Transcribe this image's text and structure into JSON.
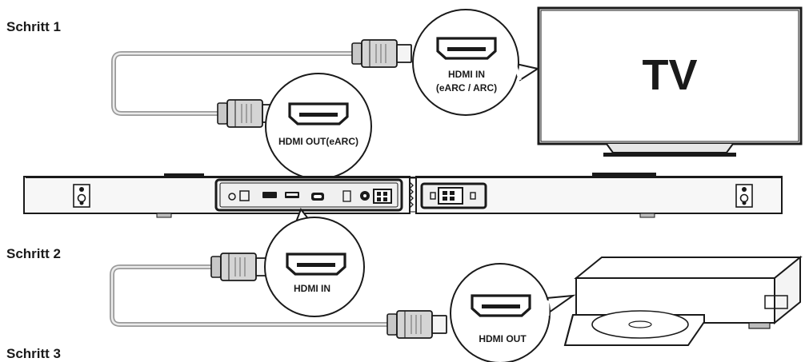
{
  "steps": {
    "step1": "Schritt 1",
    "step2": "Schritt 2",
    "step3": "Schritt 3"
  },
  "tv": {
    "label": "TV"
  },
  "callouts": {
    "tv_port_line1": "HDMI IN",
    "tv_port_line2": "(eARC / ARC)",
    "soundbar_out": "HDMI OUT(eARC)",
    "soundbar_in": "HDMI IN",
    "player_out": "HDMI OUT"
  },
  "icons": [
    "hdmi-port-icon",
    "hdmi-plug-icon",
    "wall-mount-icon",
    "power-connector-icon"
  ],
  "colors": {
    "line": "#1a1a1a",
    "cable": "#9a9a9a",
    "panel": "#f2f2f2"
  }
}
